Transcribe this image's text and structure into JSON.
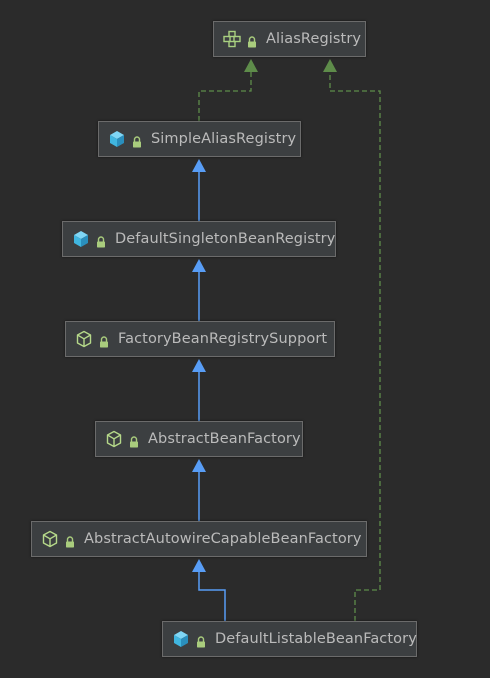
{
  "nodes": {
    "alias_registry": {
      "label": "AliasRegistry",
      "kind": "interface"
    },
    "simple_alias_registry": {
      "label": "SimpleAliasRegistry",
      "kind": "class"
    },
    "default_singleton_bean_registry": {
      "label": "DefaultSingletonBeanRegistry",
      "kind": "class"
    },
    "factory_bean_registry_support": {
      "label": "FactoryBeanRegistrySupport",
      "kind": "abstract-class"
    },
    "abstract_bean_factory": {
      "label": "AbstractBeanFactory",
      "kind": "abstract-class"
    },
    "abstract_autowire_capable_bean_factory": {
      "label": "AbstractAutowireCapableBeanFactory",
      "kind": "abstract-class"
    },
    "default_listable_bean_factory": {
      "label": "DefaultListableBeanFactory",
      "kind": "class"
    }
  },
  "edges": [
    {
      "from": "simple_alias_registry",
      "to": "alias_registry",
      "type": "implements"
    },
    {
      "from": "default_listable_bean_factory",
      "to": "alias_registry",
      "type": "implements"
    },
    {
      "from": "default_singleton_bean_registry",
      "to": "simple_alias_registry",
      "type": "extends"
    },
    {
      "from": "factory_bean_registry_support",
      "to": "default_singleton_bean_registry",
      "type": "extends"
    },
    {
      "from": "abstract_bean_factory",
      "to": "factory_bean_registry_support",
      "type": "extends"
    },
    {
      "from": "abstract_autowire_capable_bean_factory",
      "to": "abstract_bean_factory",
      "type": "extends"
    },
    {
      "from": "default_listable_bean_factory",
      "to": "abstract_autowire_capable_bean_factory",
      "type": "extends"
    }
  ],
  "colors": {
    "background": "#2b2b2b",
    "node_fill": "#3c3f41",
    "node_border": "#6b6b6b",
    "text": "#bbbbbb",
    "extends_edge": "#589df6",
    "implements_edge": "#5e8c4a",
    "class_icon": "#40b6e0",
    "abstract_class_icon": "#b6d98a",
    "interface_icon": "#a8d080",
    "lock_icon": "#a9cc7d"
  },
  "icons": {
    "class": "class-cube-icon",
    "abstract-class": "abstract-class-cube-icon",
    "interface": "interface-icon",
    "lock": "lock-icon"
  }
}
